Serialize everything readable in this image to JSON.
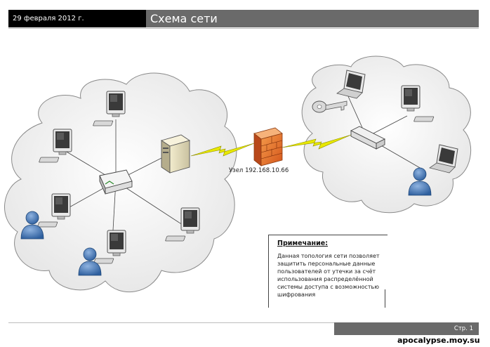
{
  "header": {
    "date": "29 февраля 2012 г.",
    "title": "Схема сети"
  },
  "diagram": {
    "node_label": "Узел 192.168.10.66",
    "icons": [
      "cloud-icon",
      "monitor-icon",
      "keyboard-icon",
      "user-icon",
      "switch-icon",
      "server-icon",
      "firewall-icon",
      "laptop-icon",
      "key-icon",
      "lightning-link-icon"
    ]
  },
  "note": {
    "title": "Примечание:",
    "body": "Данная топология сети позволяет защитить персональные данные пользователей от утечки за счёт использования распределённой системы доступа с возможностью шифрования"
  },
  "footer": {
    "page": "Стр. 1",
    "watermark": "apocalypse.moy.su"
  },
  "colors": {
    "header_black": "#000000",
    "header_gray": "#6a6a6a",
    "cloud_fill": "#ececec",
    "firewall": "#e8702a",
    "lightning": "#e8e800",
    "user_blue": "#4f7fb8"
  }
}
